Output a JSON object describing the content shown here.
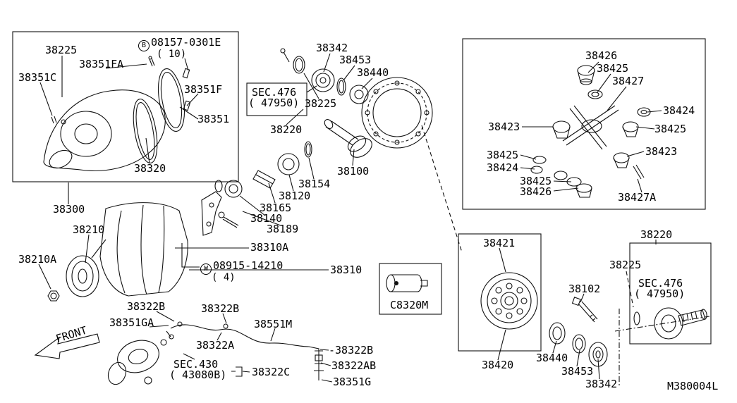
{
  "colors": {
    "line": "#111111",
    "background": "#ffffff",
    "text": "#000000"
  },
  "figure": {
    "drawing_code": "M380004L",
    "front_label": "FRONT"
  },
  "labels": {
    "p38225_top": "38225",
    "b_prefix": "B",
    "p08157": "08157-0301E",
    "p08157_qty": "( 10)",
    "p38351FA": "38351FA",
    "p38351C": "38351C",
    "p38351F": "38351F",
    "p38351": "38351",
    "p38320": "38320",
    "p38300": "38300",
    "p38210": "38210",
    "p38210A": "38210A",
    "sec476_top_1": "SEC.476",
    "sec476_top_2": "( 47950)",
    "p38342_top": "38342",
    "p38453_top": "38453",
    "p38440_top": "38440",
    "p38225_mid": "38225",
    "p38220_mid": "38220",
    "p38100": "38100",
    "p38154": "38154",
    "p38120": "38120",
    "p38165": "38165",
    "p38140": "38140",
    "p38189": "38189",
    "p38310A": "38310A",
    "w_prefix": "W",
    "p08915": "08915-14210",
    "p08915_qty": "( 4)",
    "p38310": "38310",
    "c8320m": "C8320M",
    "p38322B_1": "38322B",
    "p38322B_2": "38322B",
    "p38351GA": "38351GA",
    "p38551M": "38551M",
    "p38322A": "38322A",
    "p38322B_3": "-38322B",
    "p38322AB": "38322AB",
    "p38322C": "38322C",
    "p38351G": "38351G",
    "sec430_1": "SEC.430",
    "sec430_2": "( 43080B)",
    "p38426_t": "38426",
    "p38425_t": "38425",
    "p38427": "38427",
    "p38424_r": "38424",
    "p38423_l": "38423",
    "p38425_r": "38425",
    "p38425_l2": "38425",
    "p38423_r2": "38423",
    "p38424_l": "38424",
    "p38425_m": "38425",
    "p38426_b": "38426",
    "p38427A": "38427A",
    "p38421": "38421",
    "p38420": "38420",
    "p38220_r": "38220",
    "p38225_r": "38225",
    "sec476_br_1": "SEC.476",
    "sec476_br_2": "( 47950)",
    "p38102": "38102",
    "p38440_b": "38440",
    "p38453_b": "38453",
    "p38342_b": "38342"
  }
}
